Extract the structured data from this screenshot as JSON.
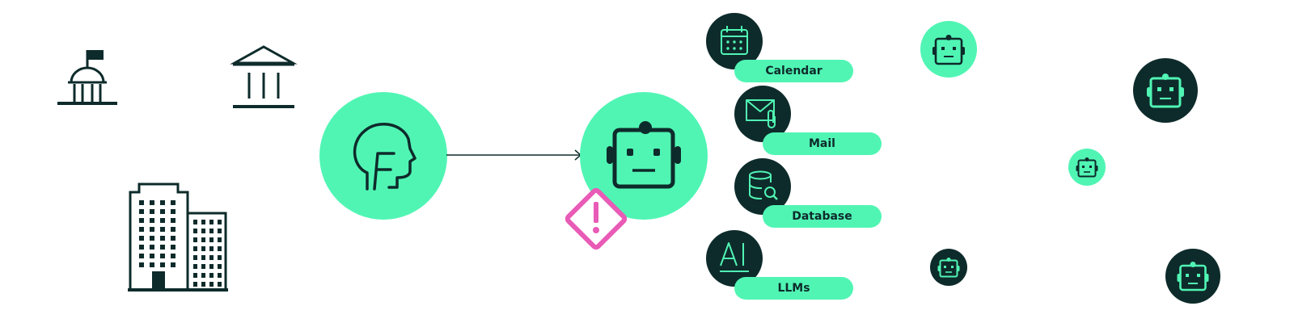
{
  "colors": {
    "dark": "#0e2b2b",
    "accent": "#50f5b4",
    "warning": "#e85bb6",
    "background": "#ffffff"
  },
  "icons": {
    "left": [
      "capitol-building-icon",
      "bank-building-icon",
      "office-buildings-icon"
    ],
    "center": [
      "human-head-icon",
      "robot-icon",
      "warning-icon"
    ],
    "tools": [
      "calendar-icon",
      "mail-icon",
      "database-icon",
      "ai-icon"
    ]
  },
  "tools": [
    {
      "label": "Calendar",
      "icon": "calendar-icon"
    },
    {
      "label": "Mail",
      "icon": "mail-icon"
    },
    {
      "label": "Database",
      "icon": "database-icon"
    },
    {
      "label": "LLMs",
      "icon": "ai-icon"
    }
  ]
}
